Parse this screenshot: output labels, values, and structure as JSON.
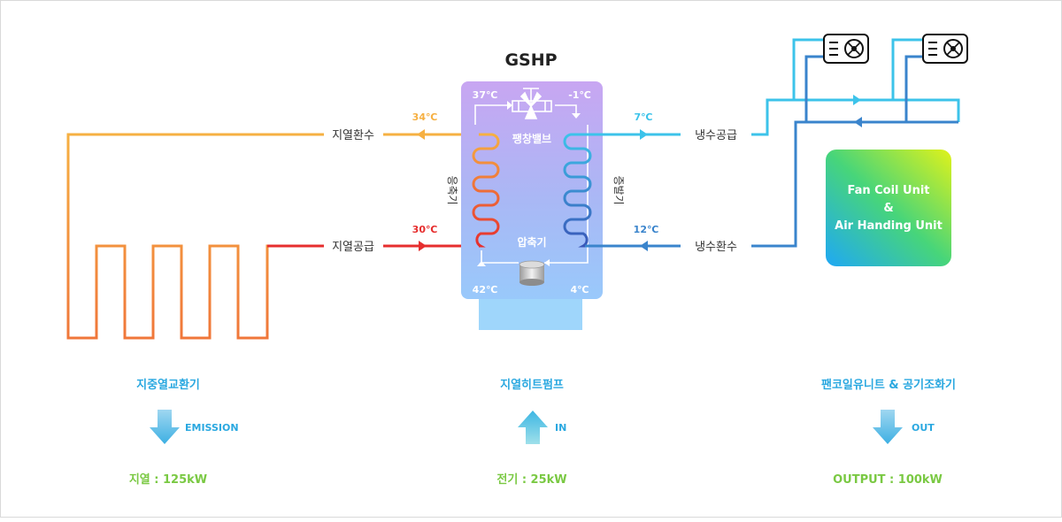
{
  "title": "GSHP",
  "labels": {
    "ground_return": "지열환수",
    "ground_supply": "지열공급",
    "chilled_supply": "냉수공급",
    "chilled_return": "냉수환수",
    "expansion_valve": "팽창밸브",
    "compressor": "압축기",
    "condenser": "응축기",
    "evaporator": "증발기"
  },
  "temperatures": {
    "t34": "34℃",
    "t30": "30℃",
    "t7": "7℃",
    "t12": "12℃",
    "t37": "37℃",
    "tm1": "-1℃",
    "t42": "42℃",
    "t4": "4℃"
  },
  "unit_box": {
    "line1": "Fan Coil Unit",
    "line2": "&",
    "line3": "Air Handing Unit"
  },
  "sections": {
    "left": {
      "title": "지중열교환기",
      "direction": "EMISSION",
      "value": "지열 : 125kW"
    },
    "middle": {
      "title": "지열히트펌프",
      "direction": "IN",
      "value": "전기 : 25kW"
    },
    "right": {
      "title": "팬코일유니트 & 공기조화기",
      "direction": "OUT",
      "value": "OUTPUT : 100kW"
    }
  },
  "colors": {
    "warm_orange": "#f6b042",
    "hot_red": "#e62e2e",
    "cool_light": "#3cc3ea",
    "cool_dark": "#3a84cc",
    "value_green": "#7ac943",
    "label_blue": "#2aa8e0"
  },
  "icons": [
    "fan-coil-unit-icon",
    "fan-coil-unit-icon",
    "expansion-valve-icon",
    "compressor-icon",
    "arrow-down-icon",
    "arrow-up-icon",
    "arrow-down-icon"
  ]
}
